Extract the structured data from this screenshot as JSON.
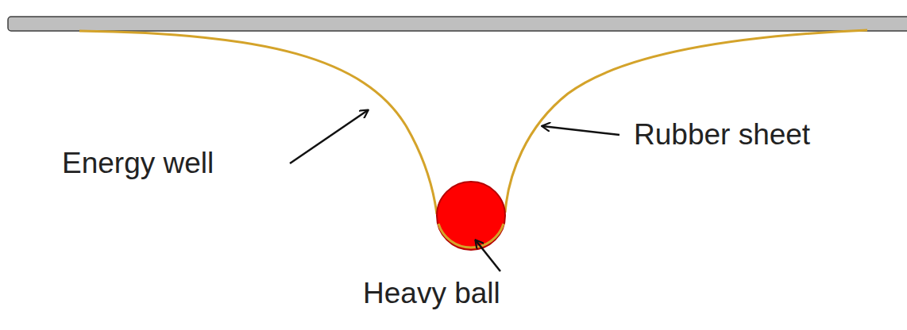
{
  "diagram": {
    "labels": [
      "Energy well",
      "Rubber sheet",
      "Heavy ball"
    ]
  }
}
